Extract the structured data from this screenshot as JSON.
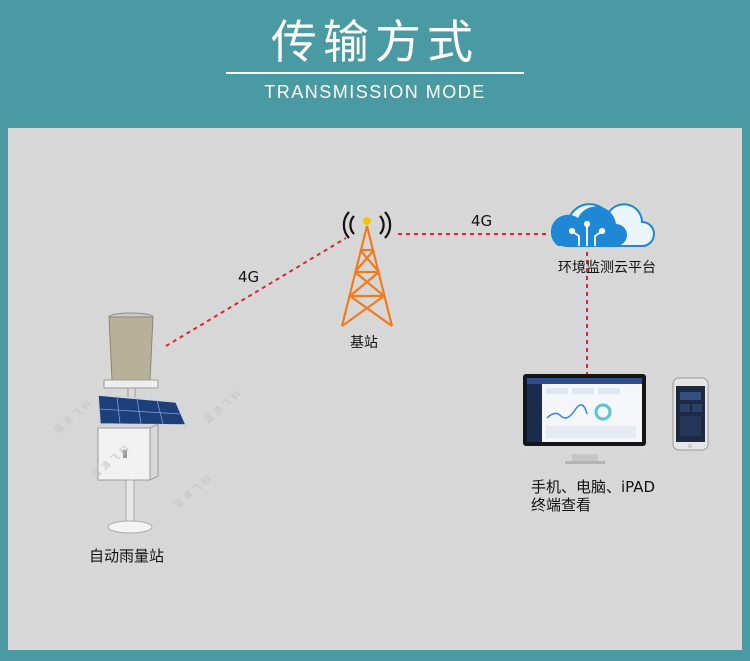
{
  "header": {
    "title": "传输方式",
    "subtitle": "TRANSMISSION MODE"
  },
  "diagram": {
    "link_left": "4G",
    "link_right": "4G",
    "tower_label": "基站",
    "cloud_label": "环境监测云平台",
    "station_label": "自动雨量站",
    "terminals_line1": "手机、电脑、iPAD",
    "terminals_line2": "终端查看"
  },
  "colors": {
    "background": "#4a9aa3",
    "panel": "#d7d7d7",
    "link_line": "#d9262b",
    "tower": "#f07b1c",
    "cloud_blue": "#1e88d6"
  }
}
